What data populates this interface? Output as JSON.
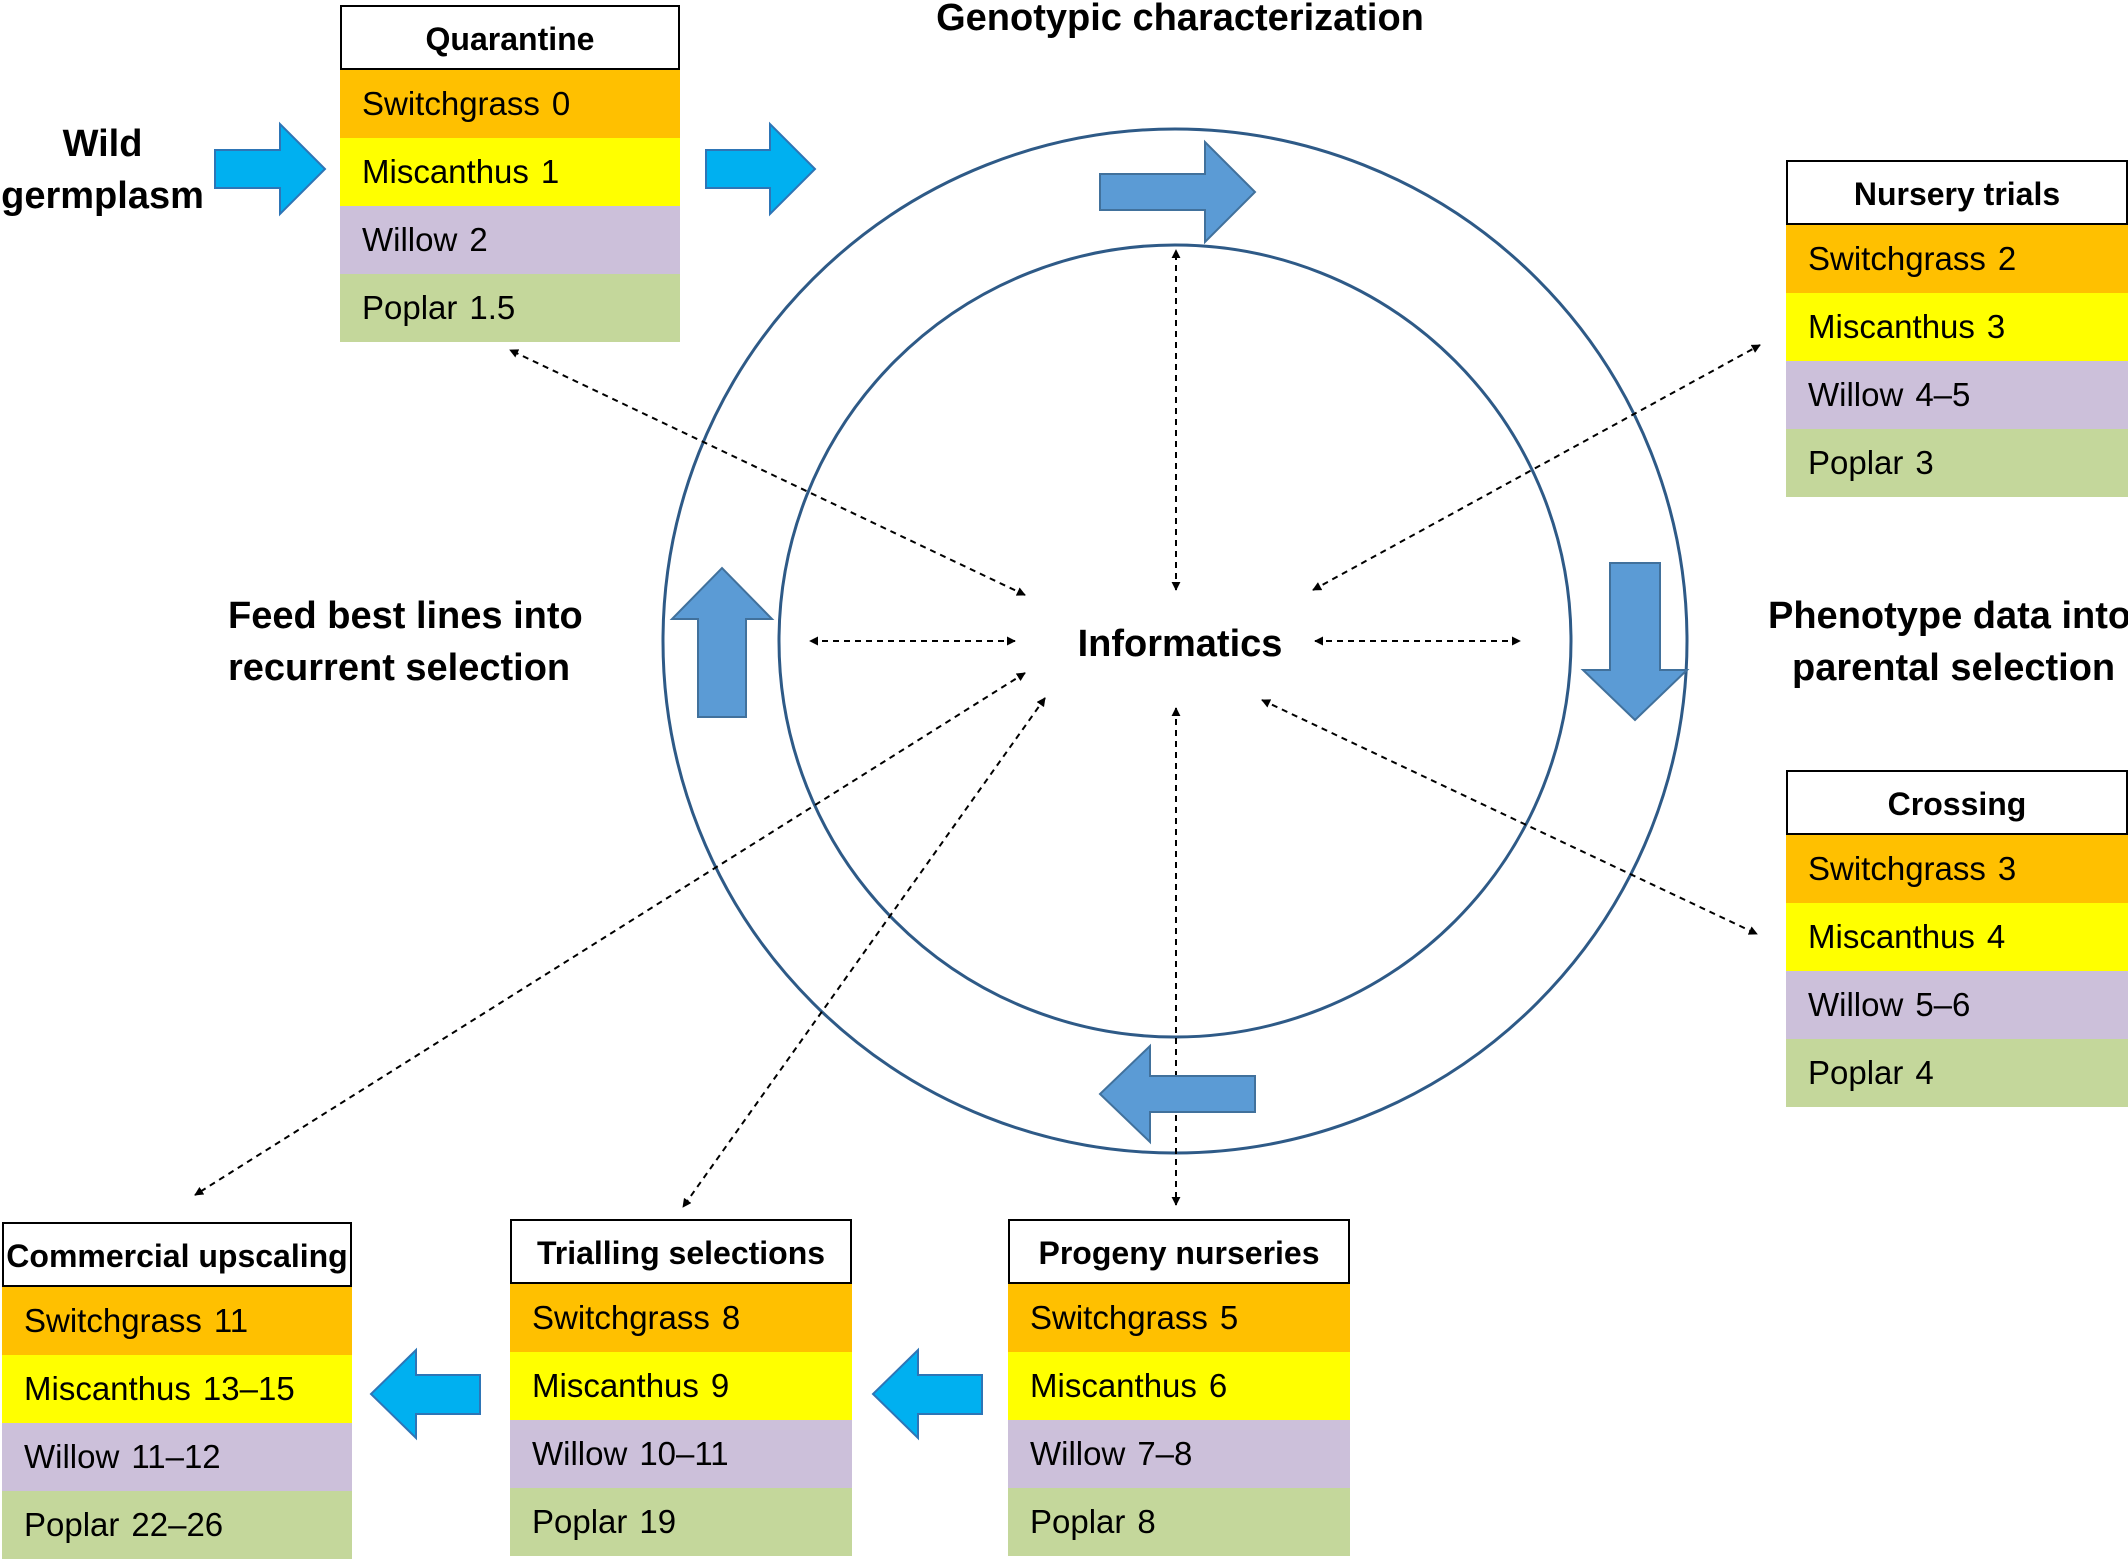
{
  "center_label": "Informatics",
  "labels": {
    "wild_germplasm": [
      "Wild",
      "germplasm"
    ],
    "genotypic": "Genotypic characterization",
    "feed_best": [
      "Feed best lines into",
      "recurrent selection"
    ],
    "phenotype": [
      "Phenotype data into",
      "parental selection"
    ]
  },
  "colors": {
    "switchgrass": "#FFC000",
    "miscanthus": "#FFFF00",
    "willow": "#CCC0DA",
    "poplar": "#C4D79B",
    "ring": "#2E5A87",
    "cycle_arrow": "#5B9BD5",
    "flow_arrow": "#00B0F0"
  },
  "stages": {
    "quarantine": {
      "title": "Quarantine",
      "rows": [
        {
          "name": "Switchgrass",
          "value": "0"
        },
        {
          "name": "Miscanthus",
          "value": "1"
        },
        {
          "name": "Willow",
          "value": "2"
        },
        {
          "name": "Poplar",
          "value": "1.5"
        }
      ]
    },
    "nursery": {
      "title": "Nursery trials",
      "rows": [
        {
          "name": "Switchgrass",
          "value": "2"
        },
        {
          "name": "Miscanthus",
          "value": "3"
        },
        {
          "name": "Willow",
          "value": "4–5"
        },
        {
          "name": "Poplar",
          "value": "3"
        }
      ]
    },
    "crossing": {
      "title": "Crossing",
      "rows": [
        {
          "name": "Switchgrass",
          "value": "3"
        },
        {
          "name": "Miscanthus",
          "value": "4"
        },
        {
          "name": "Willow",
          "value": "5–6"
        },
        {
          "name": "Poplar",
          "value": "4"
        }
      ]
    },
    "progeny": {
      "title": "Progeny nurseries",
      "rows": [
        {
          "name": "Switchgrass",
          "value": "5"
        },
        {
          "name": "Miscanthus",
          "value": "6"
        },
        {
          "name": "Willow",
          "value": "7–8"
        },
        {
          "name": "Poplar",
          "value": "8"
        }
      ]
    },
    "trialling": {
      "title": "Trialling selections",
      "rows": [
        {
          "name": "Switchgrass",
          "value": "8"
        },
        {
          "name": "Miscanthus",
          "value": "9"
        },
        {
          "name": "Willow",
          "value": "10–11"
        },
        {
          "name": "Poplar",
          "value": "19"
        }
      ]
    },
    "commercial": {
      "title": "Commercial upscaling",
      "rows": [
        {
          "name": "Switchgrass",
          "value": "11"
        },
        {
          "name": "Miscanthus",
          "value": "13–15"
        },
        {
          "name": "Willow",
          "value": "11–12"
        },
        {
          "name": "Poplar",
          "value": "22–26"
        }
      ]
    }
  }
}
